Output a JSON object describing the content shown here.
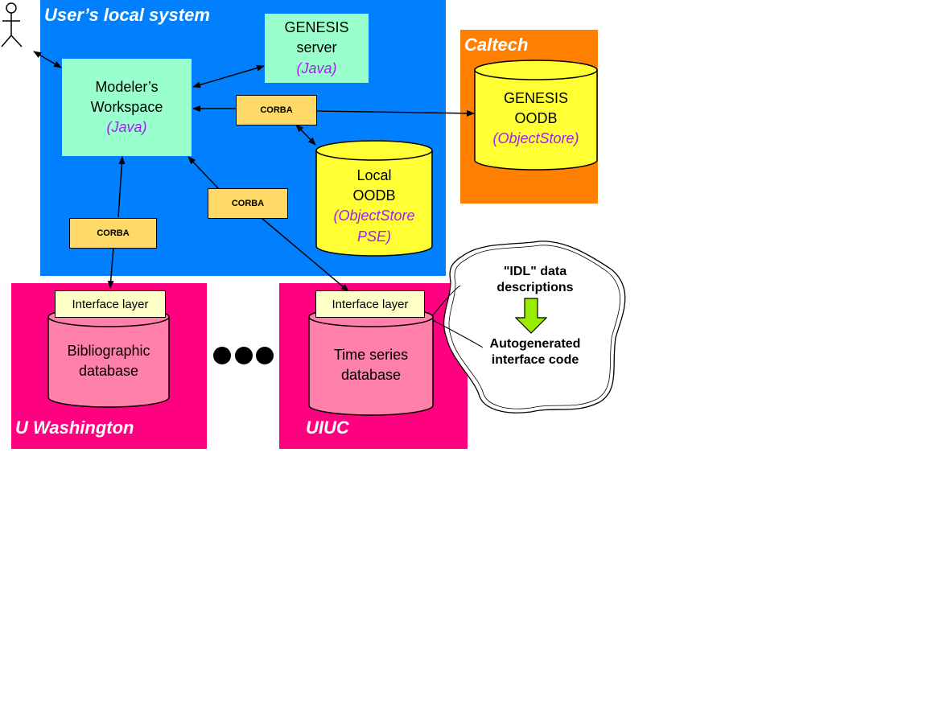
{
  "regions": {
    "local": {
      "title": "User’s local system",
      "color": "#0080ff"
    },
    "caltech": {
      "title": "Caltech",
      "color": "#ff8000"
    },
    "uw": {
      "title": "U Washington",
      "color": "#ff0080"
    },
    "uiuc": {
      "title": "UIUC",
      "color": "#ff0080"
    }
  },
  "workspace": {
    "line1": "Modeler’s",
    "line2": "Workspace",
    "lang": "(Java)"
  },
  "genesis_server": {
    "line1": "GENESIS",
    "line2": "server",
    "lang": "(Java)"
  },
  "genesis_oodb": {
    "line1": "GENESIS",
    "line2": "OODB",
    "lang": "(ObjectStore)"
  },
  "local_oodb": {
    "line1": "Local",
    "line2": "OODB",
    "lang1": "(ObjectStore",
    "lang2": "PSE)"
  },
  "corba_labels": [
    "CORBA",
    "CORBA",
    "CORBA"
  ],
  "biblio": {
    "iface": "Interface layer",
    "line1": "Bibliographic",
    "line2": "database"
  },
  "timeseries": {
    "iface": "Interface layer",
    "line1": "Time series",
    "line2": "database"
  },
  "cloud": {
    "top1": "\"IDL\" data",
    "top2": "descriptions",
    "bottom1": "Autogenerated",
    "bottom2": "interface code"
  },
  "colors": {
    "box_mint": "#99ffcc",
    "cylinder_yellow": "#ffff33",
    "cylinder_pink": "#ff80a8",
    "corba_fill": "#ffd966",
    "iface_fill": "#ffffc8",
    "arrow_green": "#99ee00"
  }
}
